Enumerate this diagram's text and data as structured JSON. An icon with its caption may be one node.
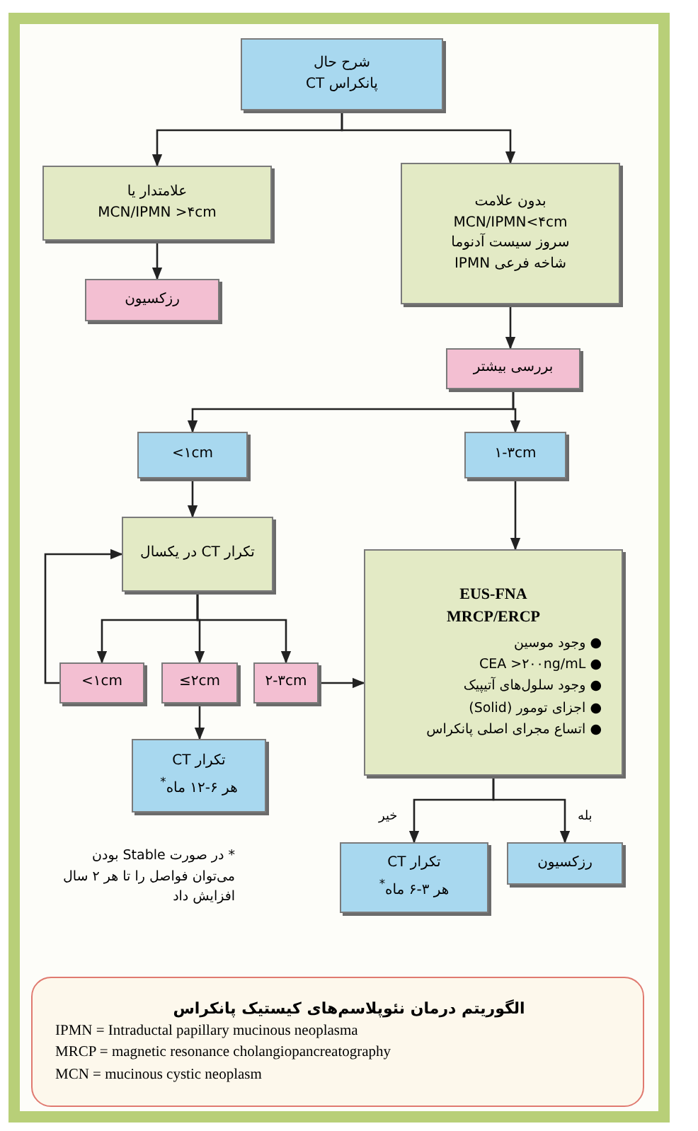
{
  "diagram": {
    "nodes": [
      {
        "text": [
          "شرح حال",
          "CT پانکراس"
        ]
      },
      {
        "text": [
          "علامتدار یا",
          "MCN/IPMN >۴cm"
        ]
      },
      {
        "text": [
          "رزکسیون"
        ]
      },
      {
        "text": [
          "بدون علامت",
          "MCN/IPMN<۴cm",
          "سروز سیست آدنوما",
          "IPMN شاخه فرعی"
        ]
      },
      {
        "text": [
          "بررسی بیشتر"
        ]
      },
      {
        "text": [
          "<۱cm"
        ]
      },
      {
        "text": [
          "۱-۳cm"
        ]
      },
      {
        "text": [
          "تکرار CT در یکسال"
        ]
      },
      {
        "text": [
          "EUS-FNA",
          "MRCP/ERCP",
          "● وجود موسین",
          "● CEA >۲۰۰ng/mL",
          "● وجود سلول‌های آتیپیک",
          "● اجزای تومور (Solid)",
          "● اتساع مجرای اصلی پانکراس"
        ]
      },
      {
        "text": [
          "<۱cm"
        ]
      },
      {
        "text": [
          "≤۲cm"
        ]
      },
      {
        "text": [
          "۲-۳cm"
        ]
      },
      {
        "text": [
          "تکرار CT",
          "هر ۶-۱۲ ماه$^{*}$"
        ]
      },
      {
        "text": [
          "رزکسیون"
        ]
      },
      {
        "text": [
          "تکرار CT",
          "هر ۳-۶ ماه$^{*}$"
        ]
      },
      {
        "text": [
          "الگوریتم درمان نئوپلاسم‌های کیستیک پانکراس",
          "IPMN = Intraductal papillary mucinous neoplasma",
          "MRCP = magnetic resonance cholangiopancreatography",
          "MCN = mucinous cystic neoplasm"
        ]
      }
    ],
    "edges": [
      {
        "from": 0,
        "to": 1,
        "arrow": "to"
      },
      {
        "from": 0,
        "to": 3,
        "arrow": "to"
      },
      {
        "from": 1,
        "to": 2,
        "arrow": "to"
      },
      {
        "from": 3,
        "to": 4,
        "arrow": "to"
      },
      {
        "from": 4,
        "to": 5,
        "arrow": "to"
      },
      {
        "from": 4,
        "to": 6,
        "arrow": "to"
      },
      {
        "from": 5,
        "to": 7,
        "arrow": "to"
      },
      {
        "from": 6,
        "to": 8,
        "arrow": "to"
      },
      {
        "from": 7,
        "to": 9,
        "arrow": "to"
      },
      {
        "from": 7,
        "to": 10,
        "arrow": "to"
      },
      {
        "from": 7,
        "to": 11,
        "arrow": "to"
      },
      {
        "from": 9,
        "to": 7,
        "arrow": "to"
      },
      {
        "from": 10,
        "to": 12,
        "arrow": "to"
      },
      {
        "from": 11,
        "to": 8,
        "arrow": "to"
      },
      {
        "from": 8,
        "to": 13,
        "label": "بله",
        "arrow": "to"
      },
      {
        "from": 8,
        "to": 14,
        "label": "خیر",
        "arrow": "to"
      }
    ],
    "labels": [
      "* در صورت Stable بودن می‌توان فواصل را تا هر ۲ سال افزایش داد"
    ]
  }
}
